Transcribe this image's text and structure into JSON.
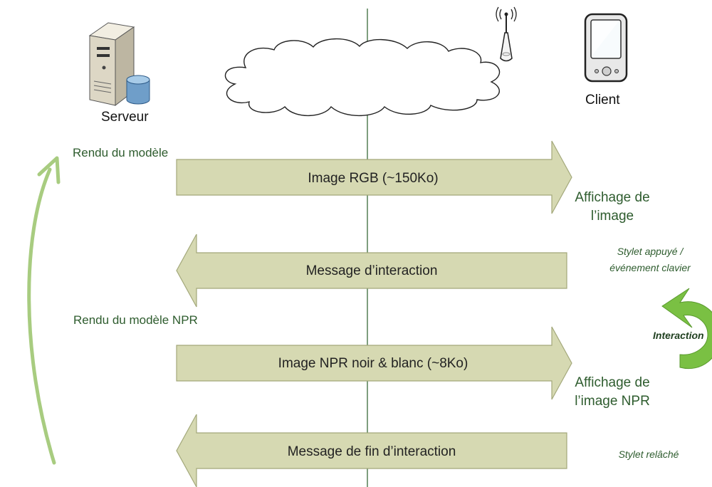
{
  "server": {
    "label": "Serveur"
  },
  "client": {
    "label": "Client"
  },
  "messages": [
    {
      "label": "Image RGB (~150Ko)",
      "direction": "to-client"
    },
    {
      "label": "Message d’interaction",
      "direction": "to-server"
    },
    {
      "label": "Image NPR noir & blanc (~8Ko)",
      "direction": "to-client"
    },
    {
      "label": "Message de fin d’interaction",
      "direction": "to-server"
    }
  ],
  "server_notes": [
    {
      "text": "Rendu du modèle"
    },
    {
      "text": "Rendu du modèle NPR"
    }
  ],
  "client_notes": [
    {
      "lines": [
        "Affichage de",
        "l’image"
      ]
    },
    {
      "lines": [
        "Affichage de",
        "l’image NPR"
      ]
    }
  ],
  "client_events": [
    {
      "lines": [
        "Stylet appuyé /",
        "événement clavier"
      ]
    },
    {
      "lines": [
        "Stylet relâché"
      ]
    }
  ],
  "interaction_cycle": {
    "label": "Interaction"
  },
  "colors": {
    "arrow_fill": "#d6d9b2",
    "arrow_stroke": "#a3a87a",
    "green_text": "#2e5c2e",
    "light_green": "#a8cc80",
    "cycle_green": "#7ac043",
    "timeline": "#3a6a3a"
  }
}
